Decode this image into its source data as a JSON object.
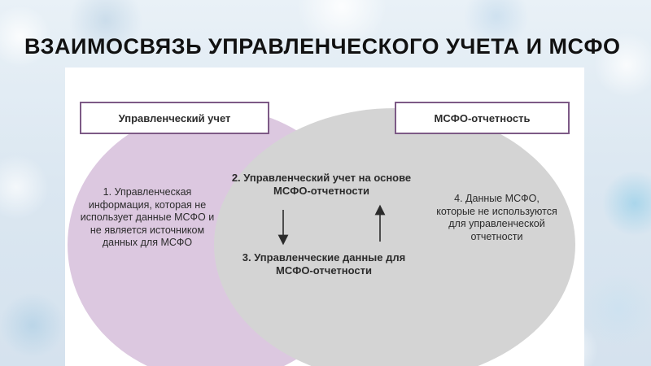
{
  "slide": {
    "title": "ВЗАИМОСВЯЗЬ УПРАВЛЕНЧЕСКОГО УЧЕТА И МСФО"
  },
  "diagram": {
    "left_header": "Управленческий учет",
    "right_header": "МСФО-отчетность",
    "left_area_text": "1. Управленческая информация, которая не использует данные МСФО и не является источником данных для МСФО",
    "overlap_top_text": "2. Управленческий учет на основе МСФО-отчетности",
    "overlap_bottom_text": "3. Управленческие данные для МСФО-отчетности",
    "right_area_text": "4. Данные МСФО, которые не используются для управленческой отчетности",
    "colors": {
      "left_circle": "#dcc8e0",
      "right_circle": "#d4d4d4",
      "box_border": "#7d5a86",
      "text": "#2b2b2b"
    }
  }
}
